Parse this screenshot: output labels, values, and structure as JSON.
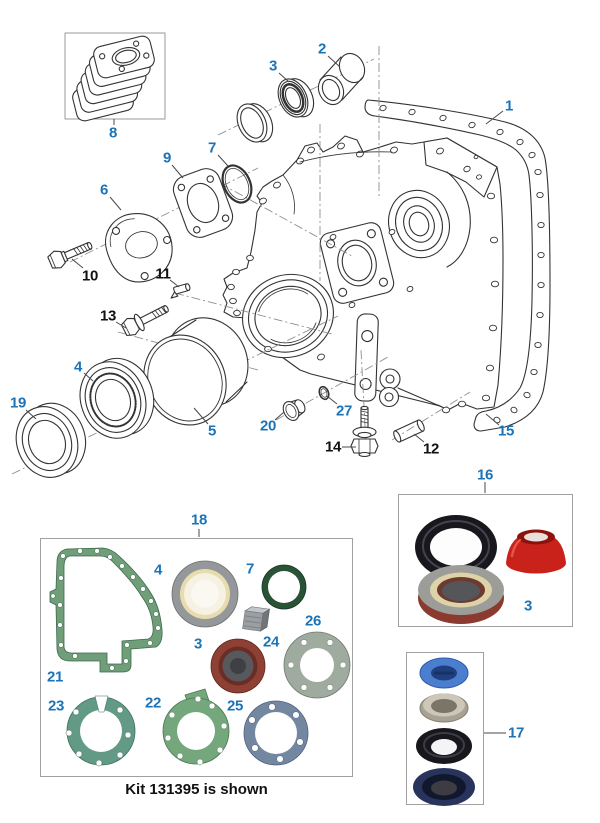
{
  "palette": {
    "accent": "#1b74b8",
    "black_label": "#111111",
    "line": "#333333",
    "box_border": "#a0a0a0",
    "seal_black": "#17171d",
    "seal_red": "#c8221a",
    "seal_red_dark": "#8e120c",
    "seal_maroon": "#8a3a2e",
    "seal_gray_face": "#9c9c98",
    "seal_cream": "#ddd2a8",
    "ring_blue": "#4c7ed0",
    "ring_blue_dark": "#1f3f7e",
    "sleeve_silver": "#a9a294",
    "sleeve_silver_light": "#cdc7ba",
    "seal_navy": "#28345c",
    "seal_navy_dark": "#11182e",
    "kit_gasket_green": "#6f9e79",
    "kit_gasket_teal": "#629a86",
    "kit_gasket_lightgreen": "#74a87c",
    "kit_gasket_sage": "#9fab9e",
    "kit_gasket_slate": "#7487a0",
    "kit_oring_green": "#2a5236",
    "kit_seal_maroon": "#8e4034",
    "kit_seal_gray": "#94989a",
    "kit_seal_cream": "#e8dcae",
    "kit_block_gray": "#9b9fa3"
  },
  "callouts": {
    "n1": {
      "text": "1",
      "style": "link"
    },
    "n2": {
      "text": "2",
      "style": "link"
    },
    "n3": {
      "text": "3",
      "style": "link"
    },
    "n4": {
      "text": "4",
      "style": "link"
    },
    "n5": {
      "text": "5",
      "style": "link"
    },
    "n6": {
      "text": "6",
      "style": "link"
    },
    "n7": {
      "text": "7",
      "style": "link"
    },
    "n8": {
      "text": "8",
      "style": "link"
    },
    "n9": {
      "text": "9",
      "style": "link"
    },
    "n10": {
      "text": "10",
      "style": "plain"
    },
    "n11": {
      "text": "11",
      "style": "plain"
    },
    "n12": {
      "text": "12",
      "style": "plain"
    },
    "n13": {
      "text": "13",
      "style": "plain"
    },
    "n14": {
      "text": "14",
      "style": "plain"
    },
    "n15": {
      "text": "15",
      "style": "link"
    },
    "n16": {
      "text": "16",
      "style": "link"
    },
    "n17": {
      "text": "17",
      "style": "link"
    },
    "n18": {
      "text": "18",
      "style": "link"
    },
    "n19": {
      "text": "19",
      "style": "link"
    },
    "n20": {
      "text": "20",
      "style": "link"
    },
    "n27": {
      "text": "27",
      "style": "link"
    },
    "b16_3": {
      "text": "3",
      "style": "link"
    },
    "k4": {
      "text": "4",
      "style": "link"
    },
    "k7": {
      "text": "7",
      "style": "link"
    },
    "k26": {
      "text": "26",
      "style": "link"
    },
    "k3": {
      "text": "3",
      "style": "link"
    },
    "k24": {
      "text": "24",
      "style": "link"
    },
    "k21": {
      "text": "21",
      "style": "link"
    },
    "k23": {
      "text": "23",
      "style": "link"
    },
    "k22": {
      "text": "22",
      "style": "link"
    },
    "k25": {
      "text": "25",
      "style": "link"
    }
  },
  "kit_box": {
    "caption": "Kit 131395 is shown"
  }
}
